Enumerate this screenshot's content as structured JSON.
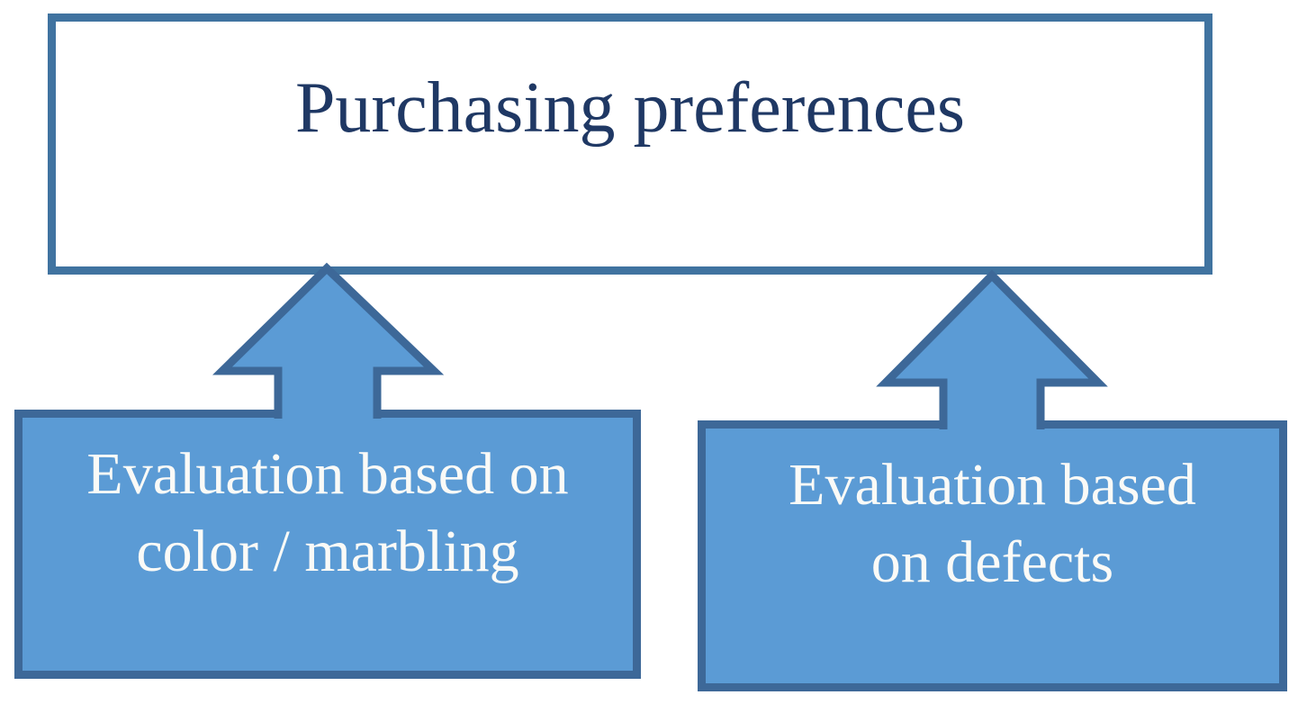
{
  "diagram": {
    "title_box": {
      "text": "Purchasing preferences"
    },
    "evaluation_boxes": [
      {
        "id": "color-marbling",
        "lines": [
          "Evaluation based on",
          "color / marbling"
        ]
      },
      {
        "id": "defects",
        "lines": [
          "Evaluation based",
          "on defects"
        ]
      }
    ],
    "arrows": [
      {
        "name": "up-arrow-left",
        "direction": "up"
      },
      {
        "name": "up-arrow-right",
        "direction": "up"
      }
    ],
    "colors": {
      "page_bg": "#FFFFFF",
      "box_fill": "#5B9BD5",
      "box_border": "#3D6898",
      "title_border": "#4073A0",
      "title_text": "#1F3864",
      "box_text": "#FAFAF7"
    }
  }
}
